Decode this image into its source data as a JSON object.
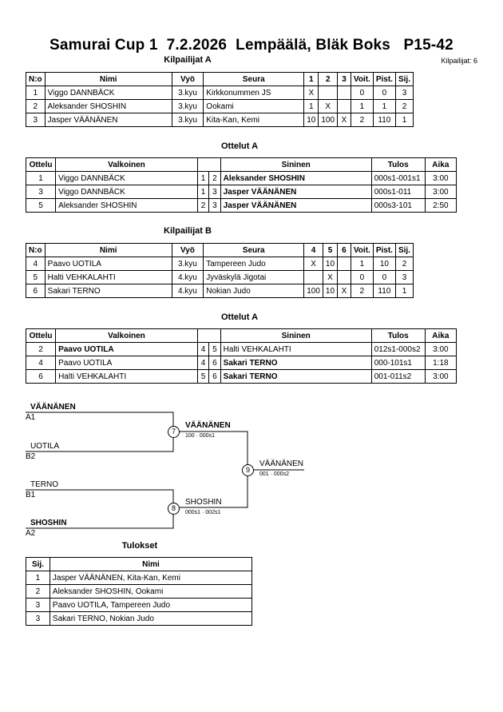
{
  "header": {
    "title": "Samurai Cup 1  7.2.2026  Lempäälä, Bläk Boks   P15-42",
    "competitor_count": "Kilpailijat: 6"
  },
  "pool_a": {
    "title": "Kilpailijat A",
    "headers": [
      "N:o",
      "Nimi",
      "Vyö",
      "Seura",
      "1",
      "2",
      "3",
      "Voit.",
      "Pist.",
      "Sij."
    ],
    "rows": [
      [
        "1",
        "Viggo DANNBÄCK",
        "3.kyu",
        "Kirkkonummen JS",
        "X",
        "",
        "",
        "0",
        "0",
        "3"
      ],
      [
        "2",
        "Aleksander SHOSHIN",
        "3.kyu",
        "Ookami",
        "1",
        "X",
        "",
        "1",
        "1",
        "2"
      ],
      [
        "3",
        "Jasper VÄÄNÄNEN",
        "3.kyu",
        "Kita-Kan, Kemi",
        "10",
        "100",
        "X",
        "2",
        "110",
        "1"
      ]
    ]
  },
  "matches_a": {
    "title": "Ottelut A",
    "headers": [
      "Ottelu",
      "Valkoinen",
      "Sininen",
      "Tulos",
      "Aika"
    ],
    "rows": [
      {
        "num": "1",
        "white": "Viggo DANNBÄCK",
        "wn": "1",
        "bn": "2",
        "blue": "Aleksander SHOSHIN",
        "result": "000s1-001s1",
        "time": "3:00",
        "winner": "blue"
      },
      {
        "num": "3",
        "white": "Viggo DANNBÄCK",
        "wn": "1",
        "bn": "3",
        "blue": "Jasper VÄÄNÄNEN",
        "result": "000s1-011",
        "time": "3:00",
        "winner": "blue"
      },
      {
        "num": "5",
        "white": "Aleksander SHOSHIN",
        "wn": "2",
        "bn": "3",
        "blue": "Jasper VÄÄNÄNEN",
        "result": "000s3-101",
        "time": "2:50",
        "winner": "blue"
      }
    ]
  },
  "pool_b": {
    "title": "Kilpailijat B",
    "headers": [
      "N:o",
      "Nimi",
      "Vyö",
      "Seura",
      "4",
      "5",
      "6",
      "Voit.",
      "Pist.",
      "Sij."
    ],
    "rows": [
      [
        "4",
        "Paavo UOTILA",
        "3.kyu",
        "Tampereen Judo",
        "X",
        "10",
        "",
        "1",
        "10",
        "2"
      ],
      [
        "5",
        "Halti VEHKALAHTI",
        "4.kyu",
        "Jyväskylä Jigotai",
        "",
        "X",
        "",
        "0",
        "0",
        "3"
      ],
      [
        "6",
        "Sakari TERNO",
        "4.kyu",
        "Nokian Judo",
        "100",
        "10",
        "X",
        "2",
        "110",
        "1"
      ]
    ]
  },
  "matches_b": {
    "title": "Ottelut A",
    "headers": [
      "Ottelu",
      "Valkoinen",
      "Sininen",
      "Tulos",
      "Aika"
    ],
    "rows": [
      {
        "num": "2",
        "white": "Paavo UOTILA",
        "wn": "4",
        "bn": "5",
        "blue": "Halti VEHKALAHTI",
        "result": "012s1-000s2",
        "time": "3:00",
        "winner": "white"
      },
      {
        "num": "4",
        "white": "Paavo UOTILA",
        "wn": "4",
        "bn": "6",
        "blue": "Sakari TERNO",
        "result": "000-101s1",
        "time": "1:18",
        "winner": "blue"
      },
      {
        "num": "6",
        "white": "Halti VEHKALAHTI",
        "wn": "5",
        "bn": "6",
        "blue": "Sakari TERNO",
        "result": "001-011s2",
        "time": "3:00",
        "winner": "blue"
      }
    ]
  },
  "bracket": {
    "s1_top_name": "VÄÄNÄNEN",
    "s1_top_code": "A1",
    "s1_bot_name": "UOTILA",
    "s1_bot_code": "B2",
    "s2_top_name": "TERNO",
    "s2_top_code": "B1",
    "s2_bot_name": "SHOSHIN",
    "s2_bot_code": "A2",
    "m7": "7",
    "m8": "8",
    "m9": "9",
    "m7_winner": "VÄÄNÄNEN",
    "m7_score": "100 · 000s1",
    "m8_winner": "SHOSHIN",
    "m8_score": "000s1 · 002s1",
    "final_winner": "VÄÄNÄNEN",
    "final_score": "001 · 000s2"
  },
  "results": {
    "title": "Tulokset",
    "headers": [
      "Sij.",
      "Nimi"
    ],
    "rows": [
      [
        "1",
        "Jasper VÄÄNÄNEN, Kita-Kan, Kemi"
      ],
      [
        "2",
        "Aleksander SHOSHIN, Ookami"
      ],
      [
        "3",
        "Paavo UOTILA, Tampereen Judo"
      ],
      [
        "3",
        "Sakari TERNO, Nokian Judo"
      ]
    ]
  }
}
